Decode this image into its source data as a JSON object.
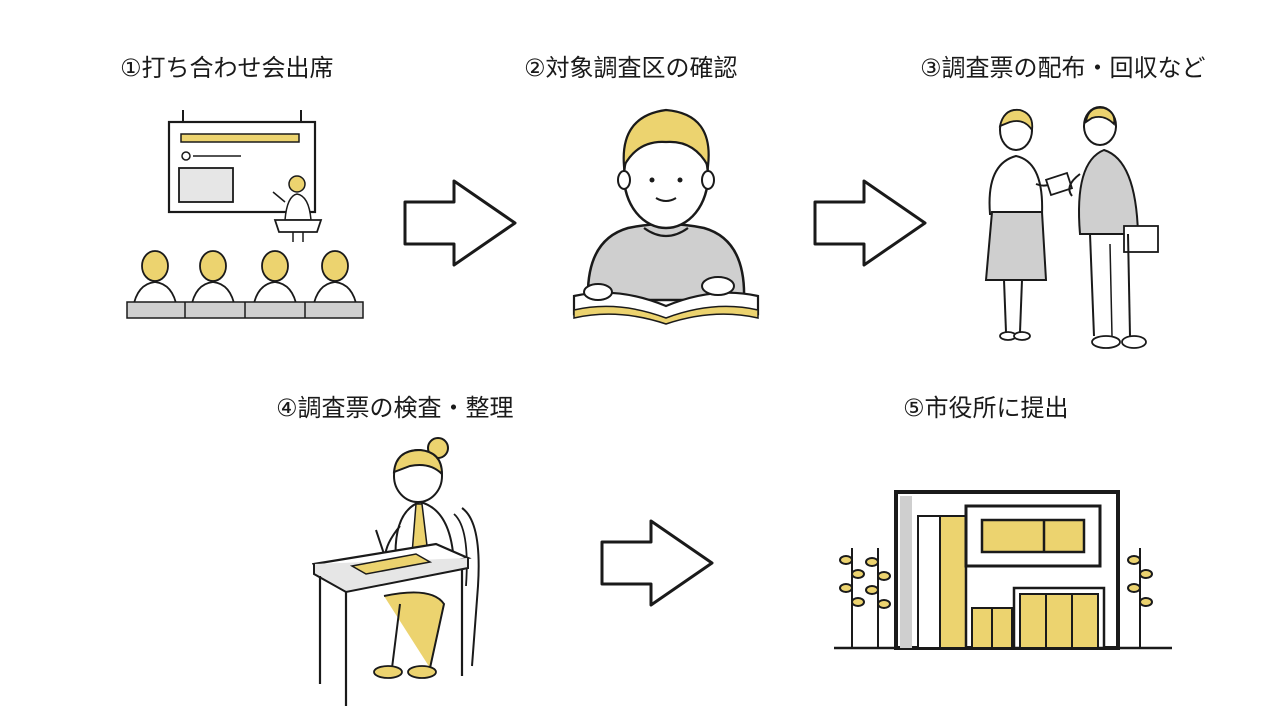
{
  "colors": {
    "accent": "#ecd36f",
    "ink": "#1a1a1a",
    "gray": "#cfcfcf",
    "light_gray": "#e6e6e6",
    "background": "#ffffff"
  },
  "steps": [
    {
      "label": "①打ち合わせ会出席",
      "icon": "meeting-presentation-icon"
    },
    {
      "label": "②対象調査区の確認",
      "icon": "person-reading-book-icon"
    },
    {
      "label": "③調査票の配布・回収など",
      "icon": "survey-distribution-icon"
    },
    {
      "label": "④調査票の検査・整理",
      "icon": "person-writing-desk-icon"
    },
    {
      "label": "⑤市役所に提出",
      "icon": "city-hall-building-icon"
    }
  ],
  "arrows": [
    {
      "icon": "right-arrow-icon"
    },
    {
      "icon": "right-arrow-icon"
    },
    {
      "icon": "right-arrow-icon"
    }
  ]
}
